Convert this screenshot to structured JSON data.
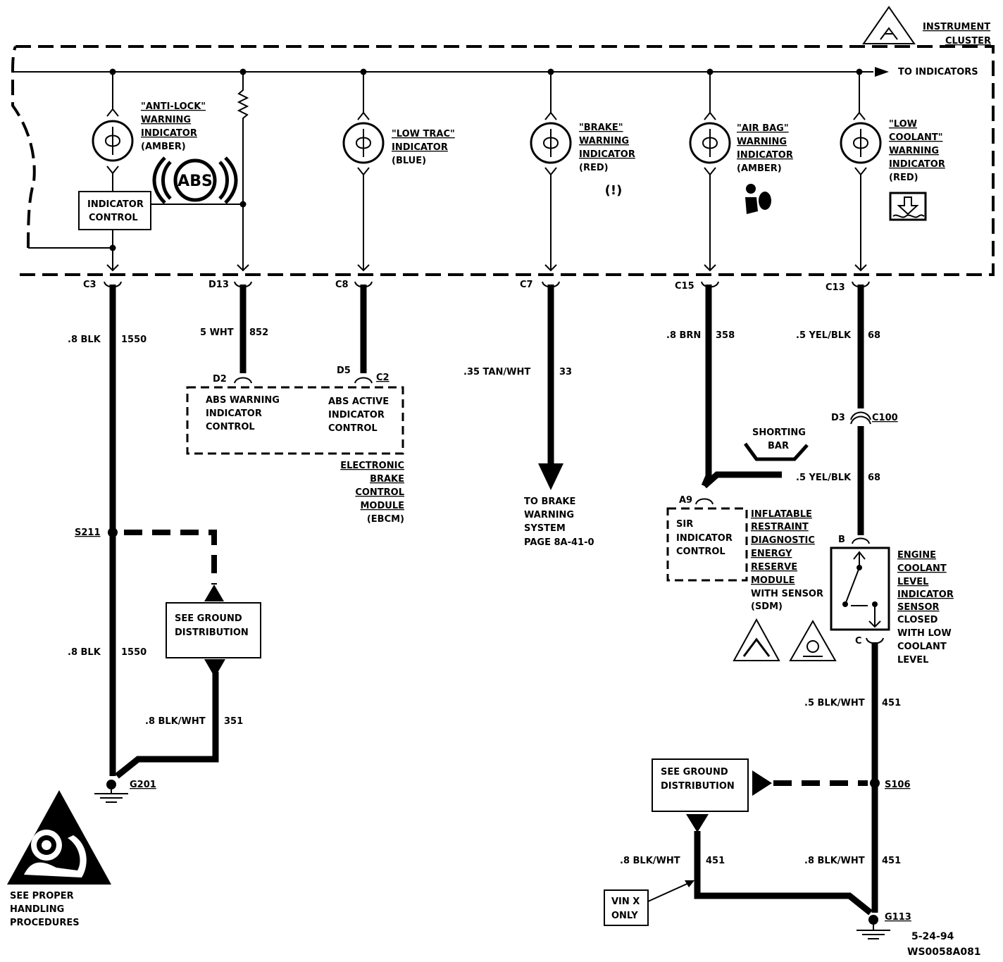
{
  "header": {
    "module_title": [
      "INSTRUMENT",
      "CLUSTER"
    ],
    "to_indicators": "TO INDICATORS"
  },
  "indicators": [
    {
      "lines": [
        "\"ANTI-LOCK\"",
        "WARNING",
        "INDICATOR",
        "(AMBER)"
      ],
      "underlined": 3
    },
    {
      "lines": [
        "\"LOW TRAC\"",
        "INDICATOR",
        "(BLUE)"
      ],
      "underlined": 2
    },
    {
      "lines": [
        "\"BRAKE\"",
        "WARNING",
        "INDICATOR",
        "(RED)"
      ],
      "underlined": 3
    },
    {
      "lines": [
        "\"AIR BAG\"",
        "WARNING",
        "INDICATOR",
        "(AMBER)"
      ],
      "underlined": 3
    },
    {
      "lines": [
        "\"LOW",
        "COOLANT\"",
        "WARNING",
        "INDICATOR",
        "(RED)"
      ],
      "underlined": 4
    }
  ],
  "symbols": {
    "abs": "ABS",
    "brake": "(!)"
  },
  "indicator_control": [
    "INDICATOR",
    "CONTROL"
  ],
  "connectors": {
    "c3": "C3",
    "d13": "D13",
    "c8": "C8",
    "c7": "C7",
    "c15": "C15",
    "c13": "C13",
    "d2": "D2",
    "d5": "D5",
    "c2": "C2",
    "d3": "D3",
    "c100": "C100",
    "a9": "A9",
    "b": "B",
    "c": "C"
  },
  "wires": {
    "w1": ".8 BLK",
    "w1n": "1550",
    "w2": "5 WHT",
    "w2n": "852",
    "w3": ".35  TAN/WHT",
    "w3n": "33",
    "w4": ".8 BRN",
    "w4n": "358",
    "w5": ".5 YEL/BLK",
    "w5n": "68",
    "w6": ".5 YEL/BLK",
    "w6n": "68",
    "w7": ".8 BLK",
    "w7n": "1550",
    "w8": ".8 BLK/WHT",
    "w8n": "351",
    "w9": ".5 BLK/WHT",
    "w9n": "451",
    "w10": ".8  BLK/WHT",
    "w10n": "451",
    "w11": ".8 BLK/WHT",
    "w11n": "451"
  },
  "ebcm": {
    "abs_warning": [
      "ABS  WARNING",
      "INDICATOR",
      "CONTROL"
    ],
    "abs_active": [
      "ABS  ACTIVE",
      "INDICATOR",
      "CONTROL"
    ],
    "name": [
      "ELECTRONIC",
      "BRAKE",
      "CONTROL",
      "MODULE",
      "(EBCM)"
    ]
  },
  "brake_ref": [
    "TO BRAKE",
    "WARNING",
    "SYSTEM",
    "PAGE  8A-41-0"
  ],
  "shorting_bar": [
    "SHORTING",
    "BAR"
  ],
  "sdm": {
    "control": [
      "SIR",
      "INDICATOR",
      "CONTROL"
    ],
    "name": [
      "INFLATABLE",
      "RESTRAINT",
      "DIAGNOSTIC",
      "ENERGY",
      "RESERVE",
      "MODULE",
      "WITH SENSOR",
      "(SDM)"
    ]
  },
  "sensor": [
    "ENGINE",
    "COOLANT",
    "LEVEL",
    "INDICATOR",
    "SENSOR",
    "CLOSED",
    "WITH LOW",
    "COOLANT",
    "LEVEL"
  ],
  "splices": {
    "s211": "S211",
    "s106": "S106"
  },
  "grounds": {
    "g201": "G201",
    "g113": "G113"
  },
  "see_ground": [
    "SEE GROUND",
    "DISTRIBUTION"
  ],
  "vin_note": [
    "VIN  X",
    "ONLY"
  ],
  "handling": [
    "SEE PROPER",
    "HANDLING",
    "PROCEDURES"
  ],
  "footer": {
    "date": "5-24-94",
    "code": "WS0058A081"
  }
}
